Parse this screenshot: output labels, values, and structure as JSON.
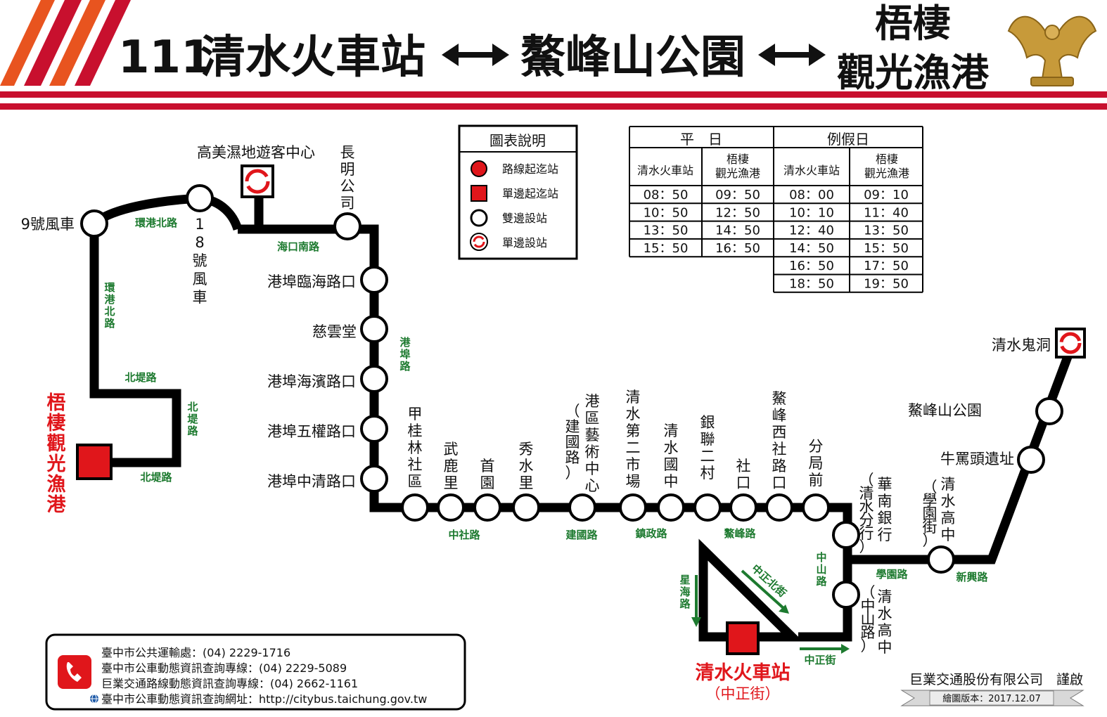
{
  "header": {
    "route_no": "111",
    "origin": "清水火車站",
    "via": "鰲峰山公園",
    "dest_line1": "梧棲",
    "dest_line2": "觀光漁港",
    "colors": {
      "accent_red": "#c8102e",
      "accent_orange": "#e8541f",
      "gold": "#c79a3a"
    },
    "emblem_icon": "eagle-emblem-icon"
  },
  "legend": {
    "title": "圖表說明",
    "items": [
      {
        "icon": "terminus-circle-icon",
        "label": "路線起迄站"
      },
      {
        "icon": "one-way-terminus-square-icon",
        "label": "單邊起迄站"
      },
      {
        "icon": "two-way-stop-circle-icon",
        "label": "雙邊設站"
      },
      {
        "icon": "one-way-stop-loop-icon",
        "label": "單邊設站"
      }
    ]
  },
  "timetable": {
    "weekday": "平　日",
    "holiday": "例假日",
    "col_qingshui": "清水火車站",
    "col_wuqi_l1": "梧棲",
    "col_wuqi_l2": "觀光漁港",
    "weekday_rows": [
      [
        "08：50",
        "09：50"
      ],
      [
        "10：50",
        "12：50"
      ],
      [
        "13：50",
        "14：50"
      ],
      [
        "15：50",
        "16：50"
      ]
    ],
    "holiday_rows": [
      [
        "08：00",
        "09：10"
      ],
      [
        "10：10",
        "11：40"
      ],
      [
        "12：40",
        "13：50"
      ],
      [
        "14：50",
        "15：50"
      ],
      [
        "16：50",
        "17：50"
      ],
      [
        "18：50",
        "19：50"
      ]
    ]
  },
  "stations": {
    "gaomei": "高美濕地遊客中心",
    "changming": "長明公司",
    "no9": "9號風車",
    "no18": "18號風車",
    "gangqu_linhai": "港埠臨海路口",
    "ciyun": "慈雲堂",
    "gangqu_haibin": "港埠海濱路口",
    "gangqu_wuquan": "港埠五權路口",
    "gangqu_zhongqing": "港埠中清路口",
    "jiagui": "甲桂林社區",
    "wulu": "武鹿里",
    "shouyuan": "首園",
    "xiushui": "秀水里",
    "art_center": "港區藝術中心",
    "art_center_sub": "（建國路）",
    "market2": "清水第二市場",
    "qs_jr_high": "清水國中",
    "yinlian": "銀聯二村",
    "shekou": "社口",
    "aofeng_xishe": "鰲峰西社路口",
    "fenju": "分局前",
    "huanan": "華南銀行",
    "huanan_sub": "（清水分行）",
    "qs_high_xueyuan": "清水高中",
    "qs_high_xueyuan_sub": "（學園街）",
    "qs_high_zhongshan": "清水高中",
    "qs_high_zhongshan_sub": "（中山路）",
    "niumatou": "牛罵頭遺址",
    "aofeng_park": "鰲峰山公園",
    "guidong": "清水鬼洞",
    "terminal_wuqi": "梧棲觀光漁港",
    "terminal_qingshui": "清水火車站",
    "terminal_qingshui_sub": "（中正街）"
  },
  "roads": {
    "huangang_n1": "環港北路",
    "huangang_n2": "環港北路",
    "haikou_s": "海口南路",
    "gangbu": "港埠路",
    "beidi1": "北堤路",
    "beidi2": "北堤路",
    "beidi3": "北堤路",
    "zhongshe": "中社路",
    "jianguo": "建國路",
    "zhenzheng": "鎮政路",
    "aofeng": "鰲峰路",
    "xueyuan": "學園路",
    "xinxing": "新興路",
    "zhongshan": "中山路",
    "zhongzheng_n": "中正北街",
    "zhongzheng": "中正街",
    "xinghai": "星海路"
  },
  "contacts": {
    "phone_icon": "phone-icon",
    "web_icon": "globe-icon",
    "lines": [
      "臺中市公共運輸處：(04) 2229-1716",
      "臺中市公車動態資訊查詢專線：(04) 2229-5089",
      "巨業交通路線動態資訊查詢專線：(04) 2662-1161",
      "臺中市公車動態資訊查詢網址：http://citybus.taichung.gov.tw"
    ]
  },
  "footer": {
    "company": "巨業交通股份有限公司　謹啟",
    "version": "繪圖版本：2017.12.07"
  }
}
